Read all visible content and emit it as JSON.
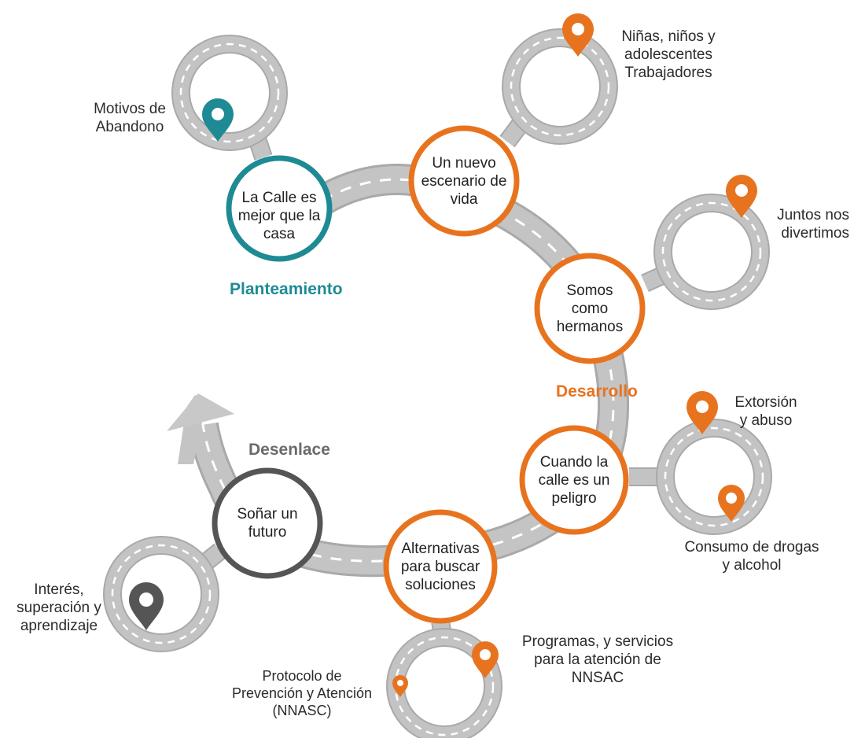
{
  "colors": {
    "teal": "#1e8a94",
    "orange": "#e8731f",
    "dark": "#555555",
    "road": "#b9b9b9",
    "road_edge": "#a6a6a6",
    "lane": "#ffffff"
  },
  "phases": {
    "planteamiento": "Planteamiento",
    "desarrollo": "Desarrollo",
    "desenlace": "Desenlace"
  },
  "nodes": {
    "calle_mejor": "La Calle es mejor que la casa",
    "nuevo_escenario": "Un nuevo escenario de vida",
    "hermanos": "Somos como hermanos",
    "peligro": "Cuando la calle es un peligro",
    "alternativas": "Alternativas para buscar soluciones",
    "sonar": "Soñar un futuro"
  },
  "labels": {
    "motivos": [
      "Motivos de",
      "Abandono"
    ],
    "trabajadores": [
      "Niñas, niños y",
      "adolescentes",
      "Trabajadores"
    ],
    "juntos": [
      "Juntos nos",
      "divertimos"
    ],
    "extorsion": [
      "Extorsión",
      "y abuso"
    ],
    "drogas": [
      "Consumo de drogas",
      "y alcohol"
    ],
    "programas": [
      "Programas, y servicios",
      "para la atención de",
      "NNSAC"
    ],
    "protocolo": [
      "Protocolo de",
      "Prevención y Atención",
      "(NNASC)"
    ],
    "interes": [
      "Interés,",
      "superación y",
      "aprendizaje"
    ]
  },
  "icons": {
    "pin_motivos": "map-pin-icon",
    "pin_trabajadores": "map-pin-icon",
    "pin_juntos": "map-pin-icon",
    "pin_extorsion": "map-pin-icon",
    "pin_drogas": "map-pin-icon",
    "pin_programas": "map-pin-icon",
    "pin_protocolo": "map-pin-icon",
    "pin_interes": "map-pin-icon",
    "arrow": "arrow-up-icon"
  }
}
